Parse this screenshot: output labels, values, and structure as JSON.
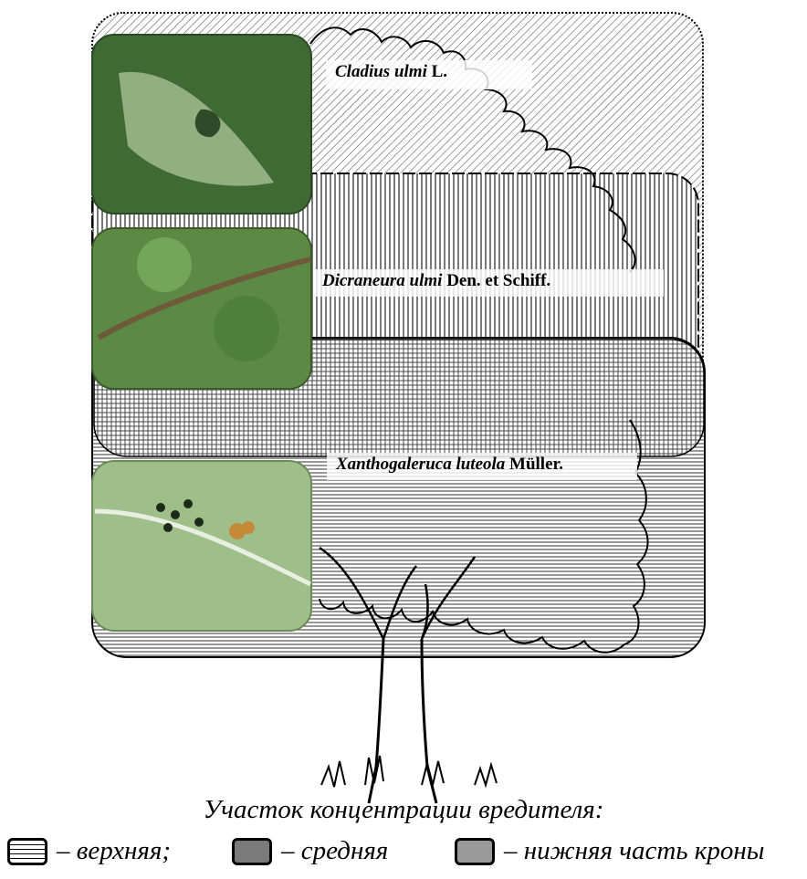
{
  "zones": {
    "upper": {
      "species": "Cladius ulmi",
      "author": " L."
    },
    "middle": {
      "species": "Dicraneura ulmi",
      "author": " Den. et Schiff."
    },
    "lower": {
      "species": "Xanthogaleruca luteola",
      "author": " Müller."
    }
  },
  "caption": "Участок концентрации вредителя:",
  "legend": {
    "upper": "– верхняя;",
    "middle": "– средняя",
    "lower": "– нижняя часть кроны"
  },
  "colors": {
    "line": "#000000",
    "background": "#ffffff",
    "swatch_middle": "#7a7a7a",
    "swatch_lower": "#9a9a9a"
  }
}
